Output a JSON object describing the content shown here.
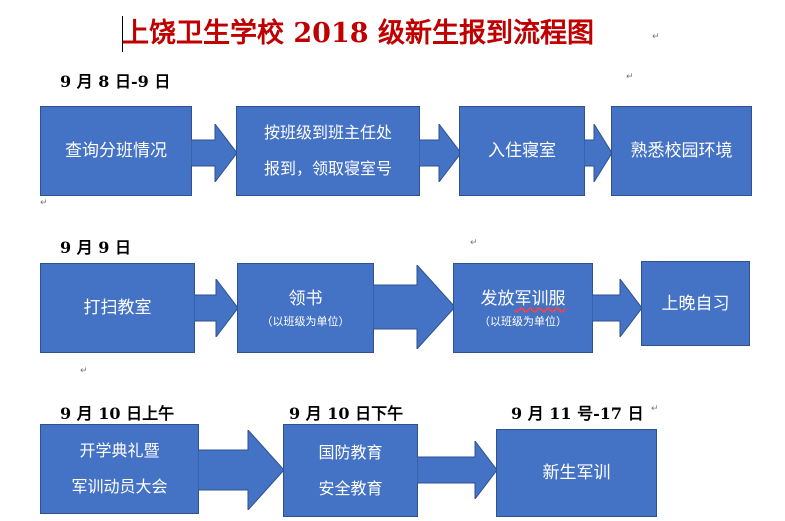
{
  "title": "上饶卫生学校 2018 级新生报到流程图",
  "sections": [
    {
      "date": "9 月 8 日-9 日",
      "steps": [
        {
          "label": "查询分班情况"
        },
        {
          "line1": "按班级到班主任处",
          "line2": "报到，领取寝室号"
        },
        {
          "label": "入住寝室"
        },
        {
          "label": "熟悉校园环境"
        }
      ]
    },
    {
      "date": "9 月 9 日",
      "steps": [
        {
          "label": "打扫教室"
        },
        {
          "label": "领书",
          "sub": "（以班级为单位）"
        },
        {
          "label_plain": "发放",
          "label_underlined": "军训服",
          "sub": "（以班级为单位）"
        },
        {
          "label": "上晚自习"
        }
      ]
    },
    {
      "dates": [
        "9 月 10 日上午",
        "9 月 10 日下午",
        "9 月 11 号-17 日"
      ],
      "steps": [
        {
          "line1": "开学典礼暨",
          "line2": "军训动员大会"
        },
        {
          "line1": "国防教育",
          "line2": "安全教育"
        },
        {
          "label": "新生军训"
        }
      ]
    }
  ],
  "colors": {
    "box_fill": "#4472c4",
    "box_border": "#2f528f",
    "title_color": "#c00000",
    "text_on_box": "#ffffff"
  },
  "icons": {
    "paragraph_mark": "↵"
  }
}
